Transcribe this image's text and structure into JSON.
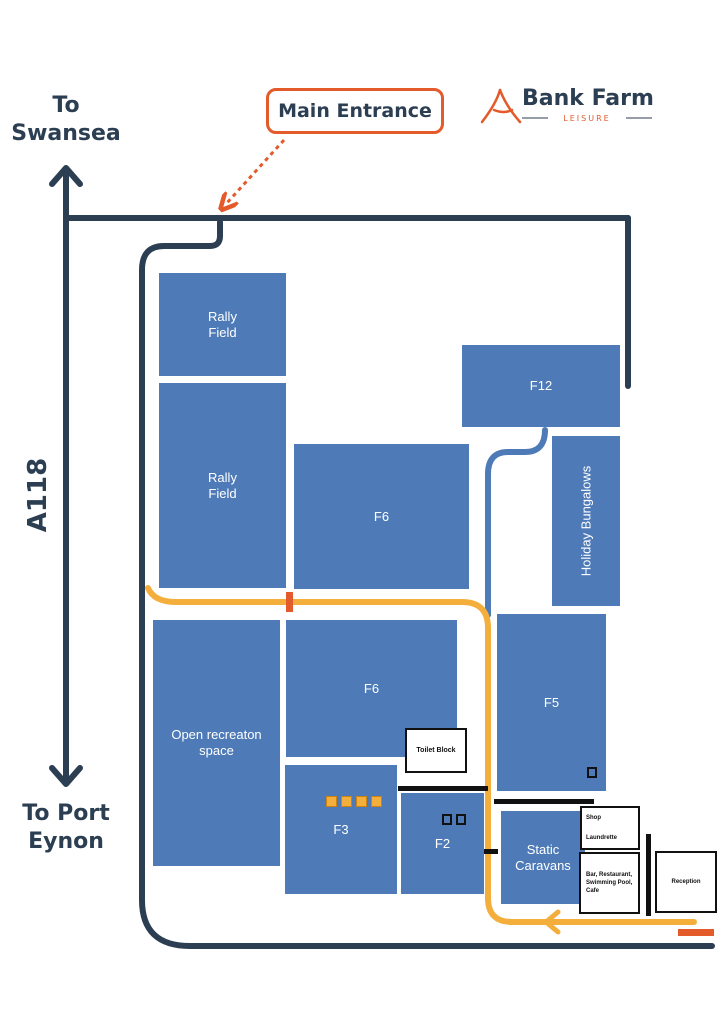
{
  "header": {
    "main_entrance": "Main Entrance",
    "logo_name": "Bank Farm",
    "logo_tagline": "LEISURE"
  },
  "roads": {
    "north_destination": "To\nSwansea",
    "south_destination": "To Port\nEynon",
    "road_name": "A118"
  },
  "zones": {
    "rally_field_1": "Rally\nField",
    "rally_field_2": "Rally\nField",
    "f6_north": "F6",
    "f12": "F12",
    "holiday_bungalows": "Holiday Bungalows",
    "open_recreation": "Open recreaton\nspace",
    "f6_south": "F6",
    "f5": "F5",
    "f3": "F3",
    "f2": "F2",
    "static_caravans": "Static\nCaravans"
  },
  "buildings": {
    "toilet_block": "Toilet Block",
    "shop": "Shop",
    "laundrette": "Laundrette",
    "bar": "Bar, Restaurant,\nSwimming Pool,\nCafe",
    "reception": "Reception"
  },
  "colors": {
    "road": "#2b3e52",
    "zone": "#4e7bb8",
    "path": "#f4ae3c",
    "accent": "#e35a2b"
  }
}
